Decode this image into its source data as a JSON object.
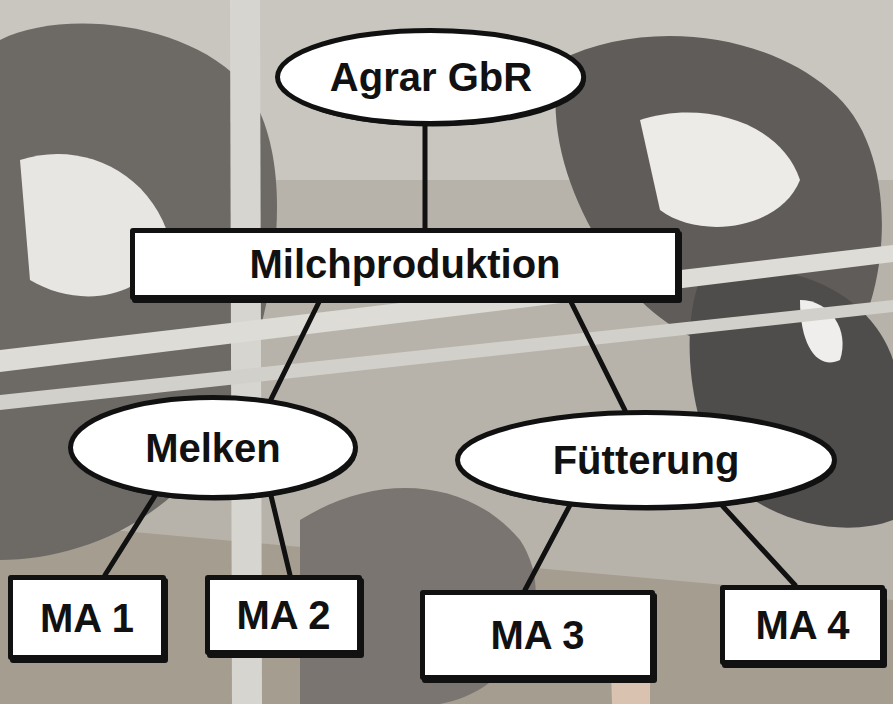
{
  "diagram": {
    "nodes": [
      {
        "text": [
          "Agrar GbR"
        ]
      },
      {
        "text": [
          "Milchproduktion"
        ]
      },
      {
        "text": [
          "Melken"
        ]
      },
      {
        "text": [
          "Fütterung"
        ]
      },
      {
        "text": [
          "MA 1"
        ]
      },
      {
        "text": [
          "MA 2"
        ]
      },
      {
        "text": [
          "MA 3"
        ]
      },
      {
        "text": [
          "MA 4"
        ]
      }
    ],
    "edges": [
      {
        "from": 0,
        "to": 1,
        "arrow": "none"
      },
      {
        "from": 1,
        "to": 2,
        "arrow": "none"
      },
      {
        "from": 1,
        "to": 3,
        "arrow": "none"
      },
      {
        "from": 2,
        "to": 4,
        "arrow": "none"
      },
      {
        "from": 2,
        "to": 5,
        "arrow": "none"
      },
      {
        "from": 3,
        "to": 6,
        "arrow": "none"
      },
      {
        "from": 3,
        "to": 7,
        "arrow": "none"
      }
    ]
  }
}
